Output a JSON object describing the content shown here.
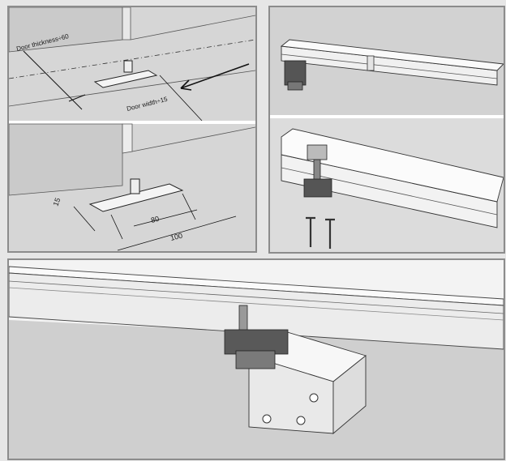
{
  "title": "",
  "panels": {
    "door_mark": {
      "door_thickness_label": "Door thickness÷60",
      "door_width_label": "Door width÷15"
    },
    "bracket_dims": {
      "dim_small": "15",
      "dim_hole_spacing": "80",
      "dim_length": "100"
    },
    "rail_top": {},
    "rail_install": {},
    "assembly": {}
  },
  "colors": {
    "background_gray": "#d8d8d8",
    "wall_gray": "#c9c9c9",
    "line": "#222222",
    "panel_border": "#8c8c8c"
  }
}
